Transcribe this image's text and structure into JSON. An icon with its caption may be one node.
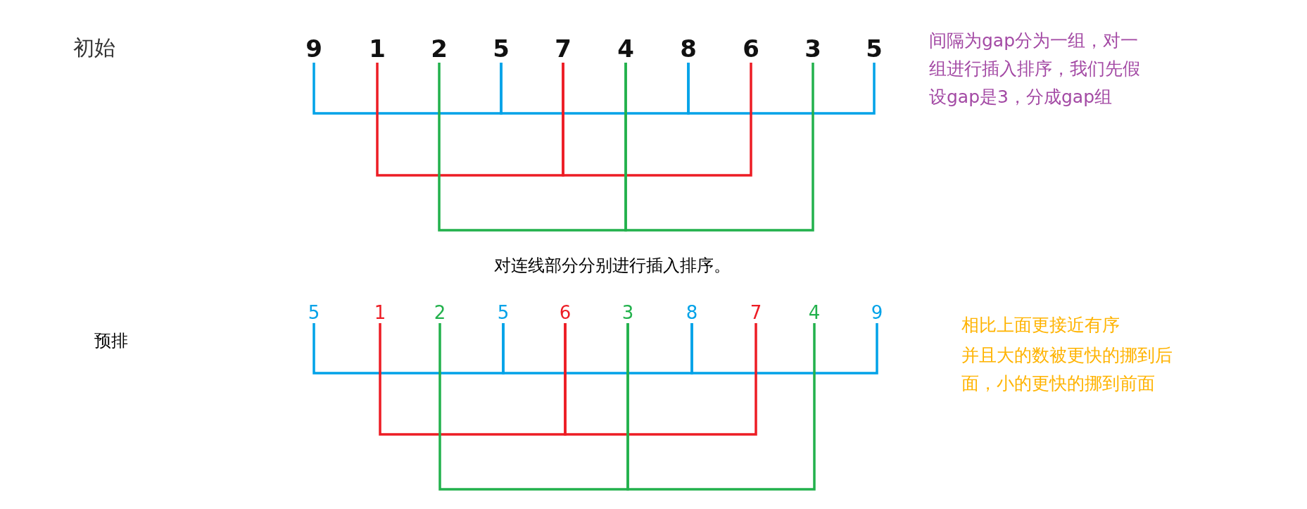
{
  "diagram": {
    "nodes": [
      {
        "text": [
          "9"
        ]
      },
      {
        "text": [
          "1"
        ]
      },
      {
        "text": [
          "2"
        ]
      },
      {
        "text": [
          "5"
        ]
      },
      {
        "text": [
          "7"
        ]
      },
      {
        "text": [
          "4"
        ]
      },
      {
        "text": [
          "8"
        ]
      },
      {
        "text": [
          "6"
        ]
      },
      {
        "text": [
          "3"
        ]
      },
      {
        "text": [
          "5"
        ]
      },
      {
        "text": [
          "5"
        ]
      },
      {
        "text": [
          "1"
        ]
      },
      {
        "text": [
          "2"
        ]
      },
      {
        "text": [
          "5"
        ]
      },
      {
        "text": [
          "6"
        ]
      },
      {
        "text": [
          "3"
        ]
      },
      {
        "text": [
          "8"
        ]
      },
      {
        "text": [
          "7"
        ]
      },
      {
        "text": [
          "4"
        ]
      },
      {
        "text": [
          "9"
        ]
      }
    ],
    "edges": [
      {
        "from": 0,
        "to": 3,
        "arrow": "none"
      },
      {
        "from": 3,
        "to": 6,
        "arrow": "none"
      },
      {
        "from": 6,
        "to": 9,
        "arrow": "none"
      },
      {
        "from": 1,
        "to": 4,
        "arrow": "none",
        "color": "#ed1c24"
      },
      {
        "from": 4,
        "to": 7,
        "arrow": "none",
        "color": "#ed1c24"
      },
      {
        "from": 2,
        "to": 5,
        "arrow": "none",
        "color": "#22b14c"
      },
      {
        "from": 5,
        "to": 8,
        "arrow": "none",
        "color": "#22b14c"
      },
      {
        "from": 10,
        "to": 13,
        "arrow": "none"
      },
      {
        "from": 13,
        "to": 16,
        "arrow": "none"
      },
      {
        "from": 16,
        "to": 19,
        "arrow": "none"
      },
      {
        "from": 11,
        "to": 14,
        "arrow": "none",
        "color": "#ed1c24"
      },
      {
        "from": 14,
        "to": 17,
        "arrow": "none",
        "color": "#ed1c24"
      },
      {
        "from": 12,
        "to": 15,
        "arrow": "none",
        "color": "#22b14c"
      },
      {
        "from": 15,
        "to": 18,
        "arrow": "none",
        "color": "#22b14c"
      }
    ],
    "labels": [
      "初始",
      "间隔为gap分为一组，对一组进行插入排序，我们先假设gap是3，分成gap组",
      "对连线部分分别进行插入排序。",
      "预排",
      "相比上面更接近有序",
      "并且大的数被更快的挪到后面，小的更快的挪到前面"
    ]
  }
}
